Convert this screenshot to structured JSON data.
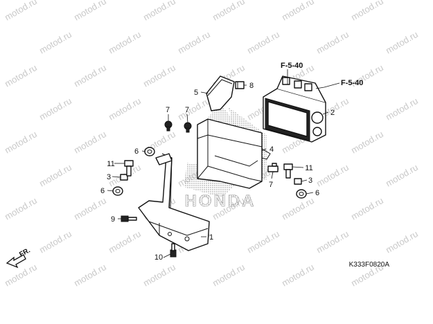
{
  "watermark": "motod.ru",
  "logo_text": "HONDA",
  "direction_label": "FR.",
  "diagram_code": "K333F0820A",
  "references": {
    "ref_top": "F-5-40",
    "ref_right": "F-5-40"
  },
  "callouts": {
    "c1": "1",
    "c2": "2",
    "c3a": "3",
    "c3b": "3",
    "c4": "4",
    "c5": "5",
    "c6a": "6",
    "c6b": "6",
    "c6c": "6",
    "c7a": "7",
    "c7b": "7",
    "c7c": "7",
    "c8": "8",
    "c9": "9",
    "c10": "10",
    "c11a": "11",
    "c11b": "11"
  }
}
